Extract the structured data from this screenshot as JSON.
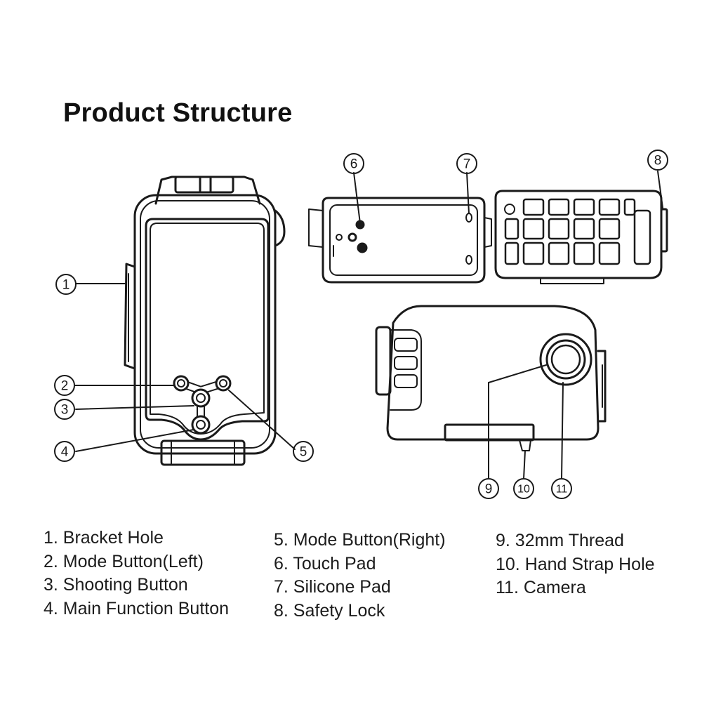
{
  "title": "Product Structure",
  "callouts": [
    "1",
    "2",
    "3",
    "4",
    "5",
    "6",
    "7",
    "8",
    "9",
    "10",
    "11"
  ],
  "legend": {
    "col1": [
      "1. Bracket Hole",
      "2. Mode Button(Left)",
      "3. Shooting Button",
      "4. Main Function Button"
    ],
    "col2": [
      "5. Mode Button(Right)",
      "6. Touch Pad",
      "7. Silicone Pad",
      "8. Safety Lock"
    ],
    "col3": [
      "9. 32mm Thread",
      "10. Hand Strap Hole",
      "11. Camera"
    ]
  },
  "colors": {
    "line": "#1a1a1a",
    "background": "#ffffff"
  }
}
